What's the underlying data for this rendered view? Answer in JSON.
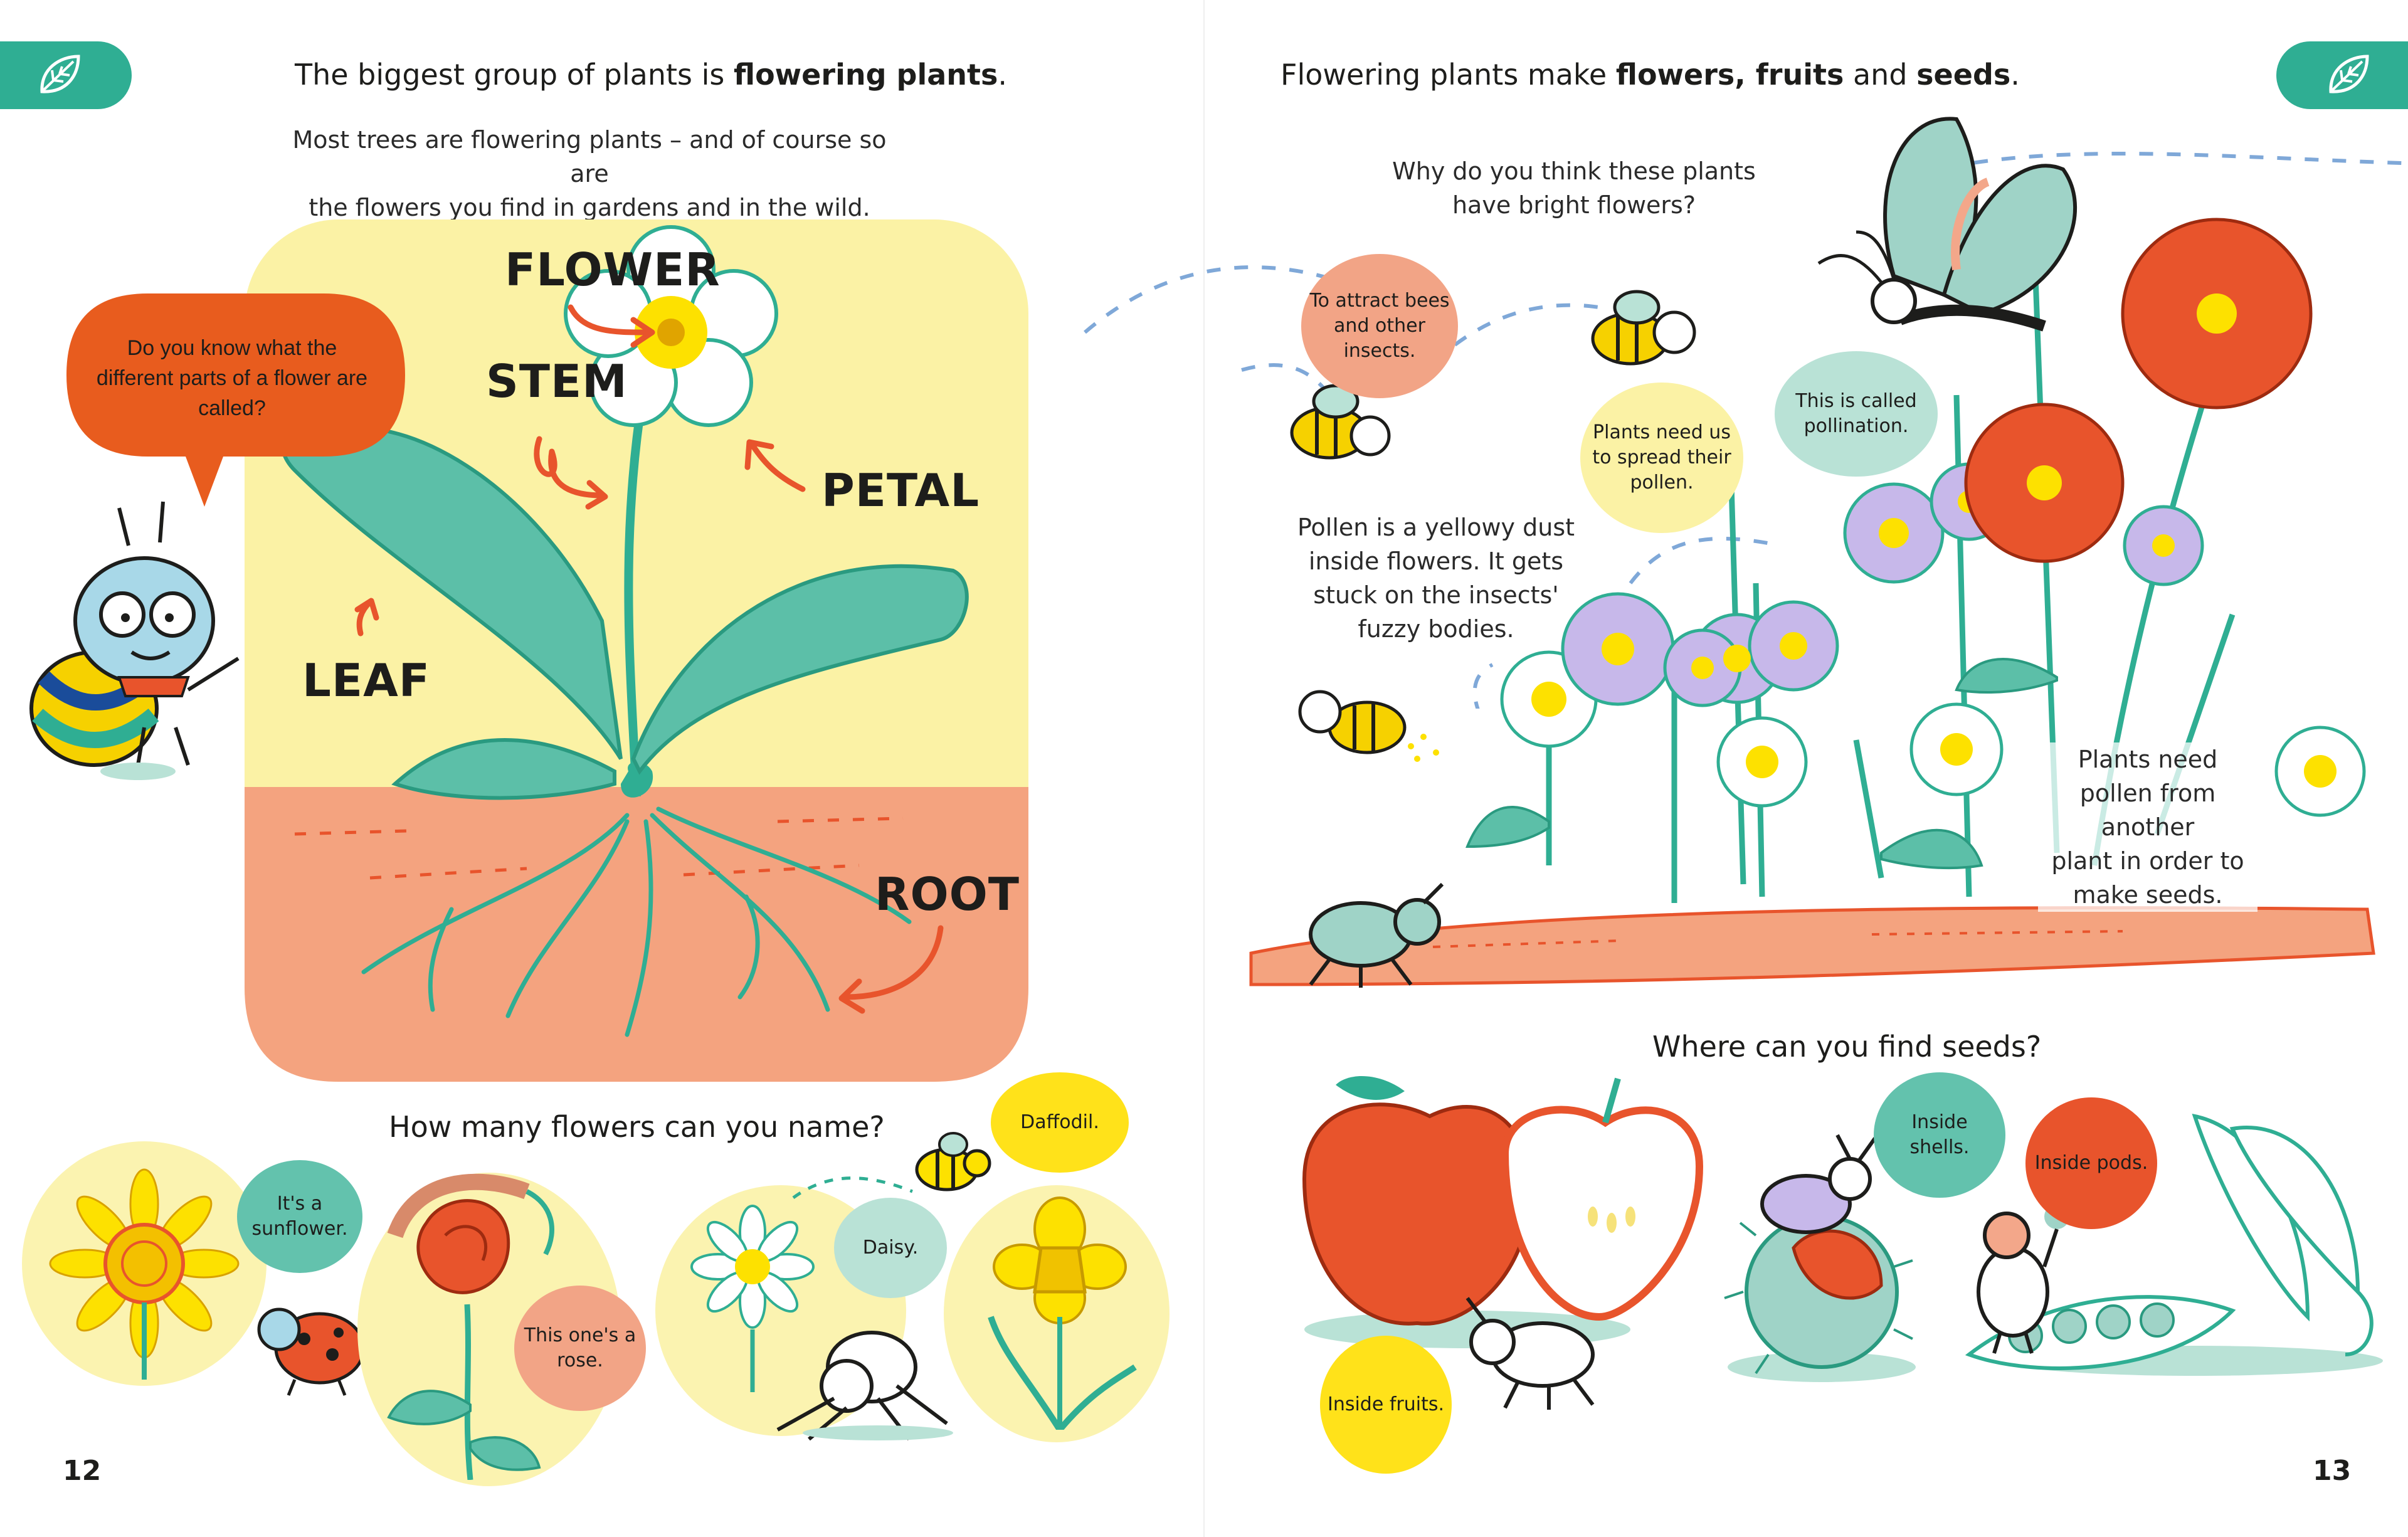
{
  "left_page": {
    "title_plain": "The biggest group of plants is ",
    "title_bold": "flowering plants",
    "title_end": ".",
    "intro_line1": "Most trees are flowering plants – and of course so are",
    "intro_line2": "the flowers you find in gardens and in the wild.",
    "question_bubble": "Do you know what the different parts of a flower are called?",
    "labels": {
      "flower": "FLOWER",
      "stem": "STEM",
      "petal": "PETAL",
      "leaf": "LEAF",
      "root": "ROOT"
    },
    "flowers_question": "How many flowers can you name?",
    "bubbles": {
      "sunflower": "It's a sunflower.",
      "rose": "This one's a rose.",
      "daisy": "Daisy.",
      "daffodil": "Daffodil."
    },
    "page_number": "12"
  },
  "right_page": {
    "title_part1": "Flowering plants make ",
    "title_bold1": "flowers, fruits",
    "title_part2": " and ",
    "title_bold2": "seeds",
    "title_end": ".",
    "why_line1": "Why do you think these plants",
    "why_line2": "have bright flowers?",
    "bubbles": {
      "attract": "To attract bees and other insects.",
      "spread": "Plants need us to spread their pollen.",
      "pollination": "This is called pollination.",
      "shells": "Inside shells.",
      "pods": "Inside pods.",
      "fruits": "Inside fruits."
    },
    "pollen_text": [
      "Pollen is a yellowy dust",
      "inside flowers. It gets",
      "stuck on the insects'",
      "fuzzy bodies."
    ],
    "need_text": [
      "Plants need",
      "pollen from another",
      "plant in order to",
      "make seeds."
    ],
    "seeds_question": "Where can you find seeds?",
    "page_number": "13"
  },
  "colors": {
    "teal": "#2fae93",
    "orange": "#e8542c",
    "yellow_bg": "#fbf2a5",
    "soil": "#f4a37f"
  }
}
